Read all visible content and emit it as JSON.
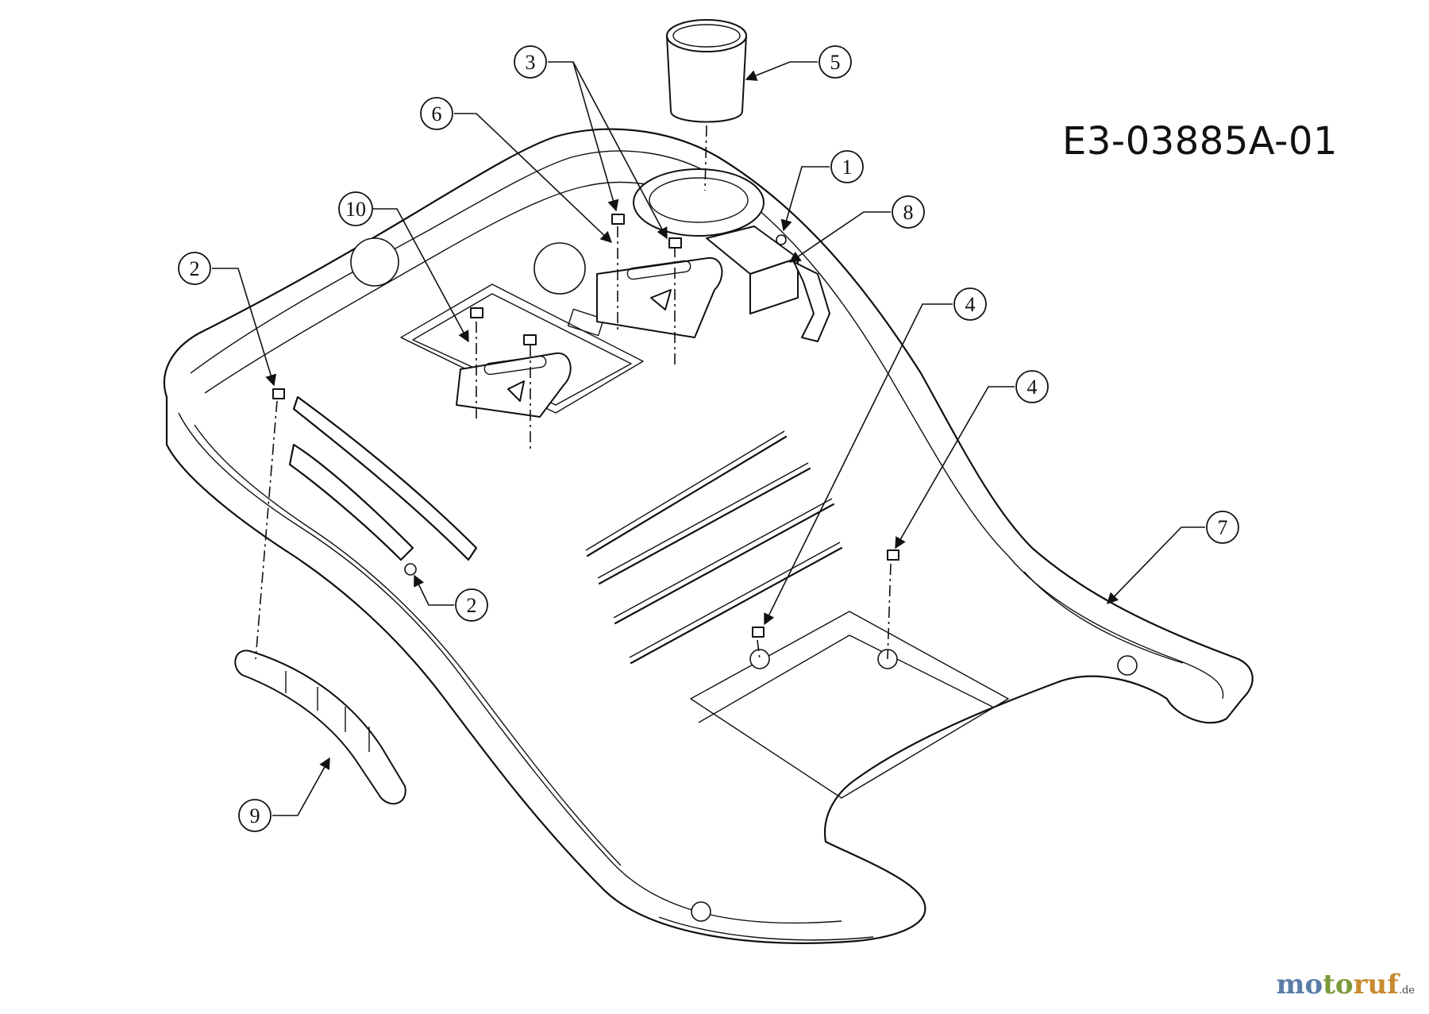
{
  "diagram_code": "E3-03885A-01",
  "watermark": {
    "part_a": "mo",
    "part_b": "to",
    "part_c": "ruf",
    "tld": ".de"
  },
  "callouts": [
    {
      "id": "callout-1",
      "label": "1"
    },
    {
      "id": "callout-2a",
      "label": "2"
    },
    {
      "id": "callout-2b",
      "label": "2"
    },
    {
      "id": "callout-3",
      "label": "3"
    },
    {
      "id": "callout-4a",
      "label": "4"
    },
    {
      "id": "callout-4b",
      "label": "4"
    },
    {
      "id": "callout-5",
      "label": "5"
    },
    {
      "id": "callout-6",
      "label": "6"
    },
    {
      "id": "callout-7",
      "label": "7"
    },
    {
      "id": "callout-8",
      "label": "8"
    },
    {
      "id": "callout-9",
      "label": "9"
    },
    {
      "id": "callout-10",
      "label": "10"
    }
  ]
}
